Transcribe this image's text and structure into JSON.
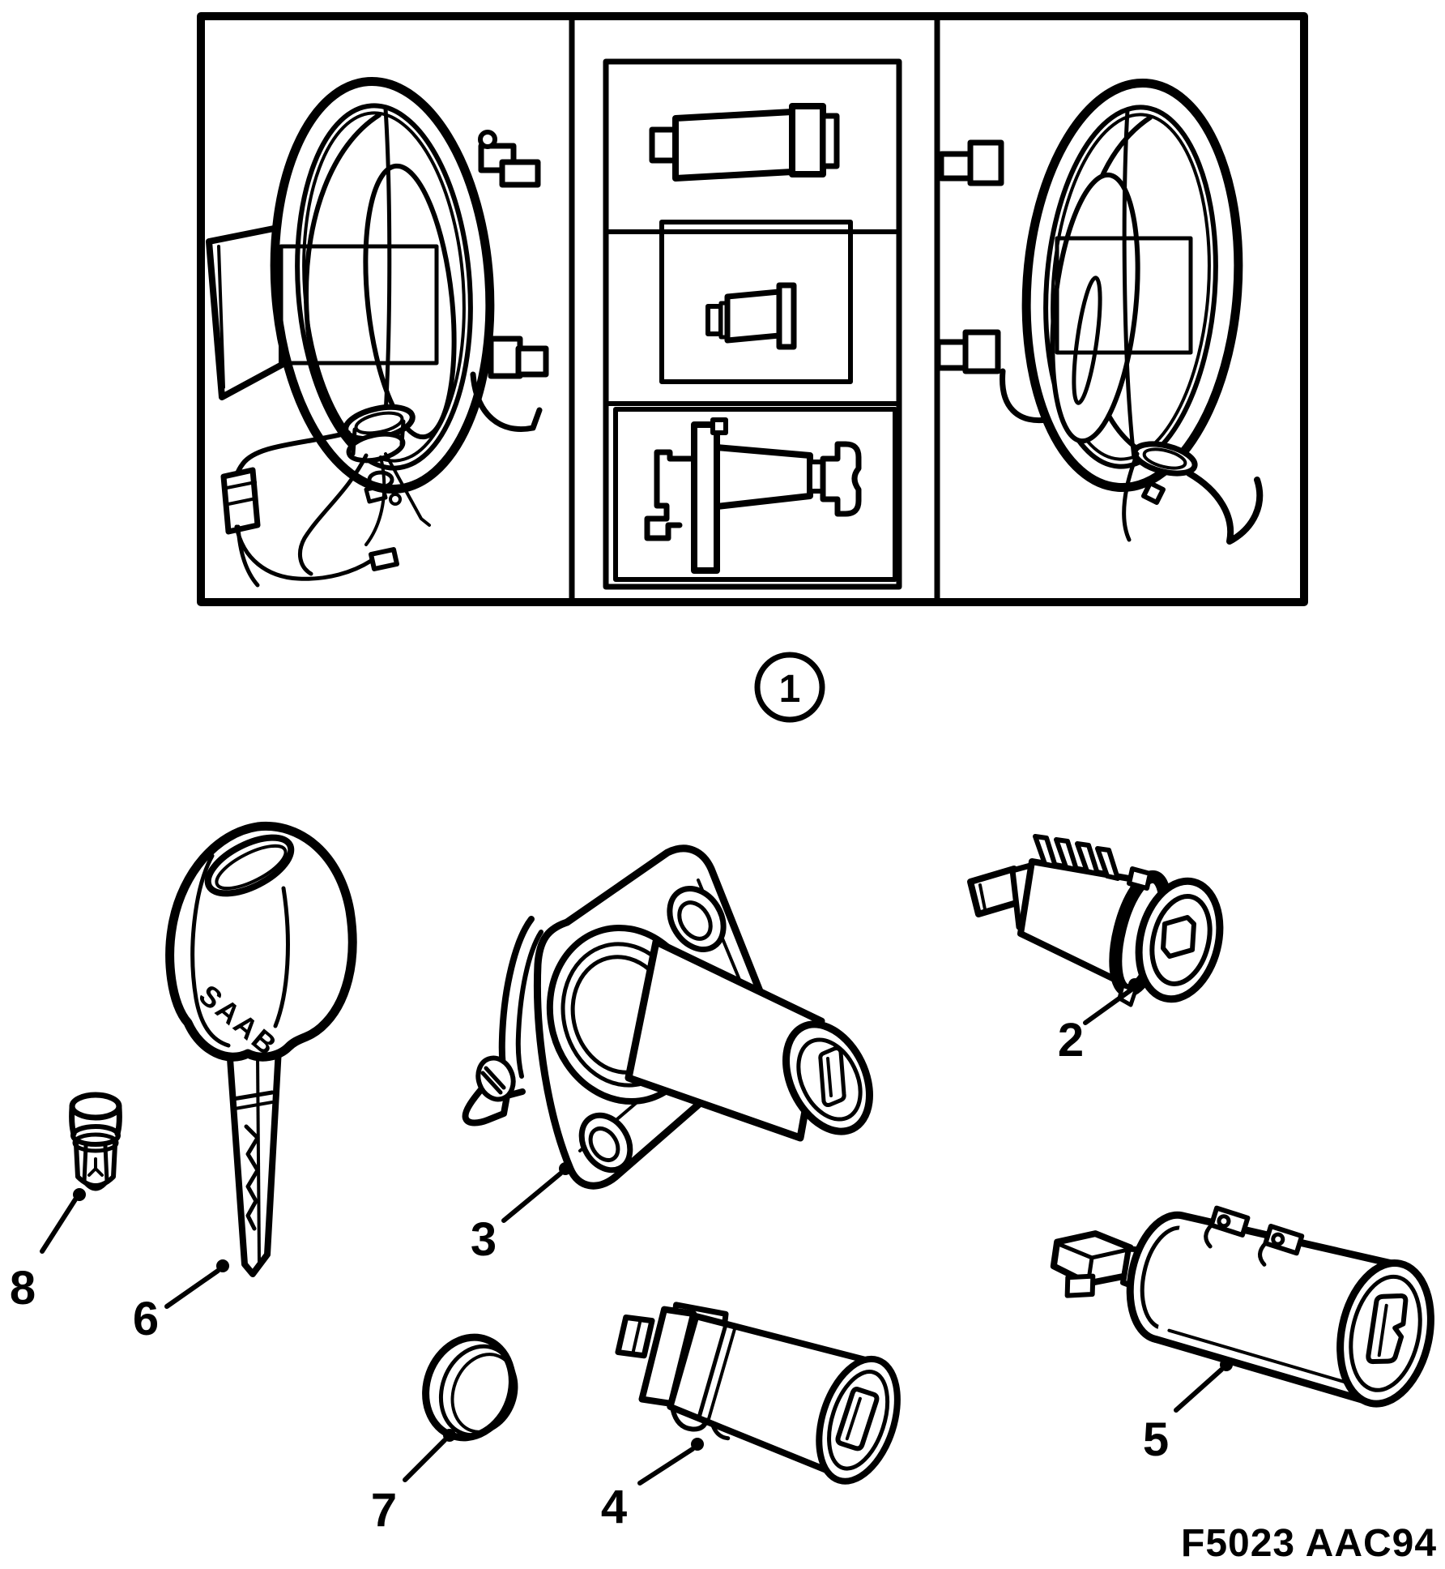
{
  "figure": {
    "code": "F5023 AAC94",
    "key_brand": "SAAB"
  },
  "callouts": {
    "c1": "1",
    "c2": "2",
    "c3": "3",
    "c4": "4",
    "c5": "5",
    "c6": "6",
    "c7": "7",
    "c8": "8"
  },
  "colors": {
    "ink": "#000000",
    "paper": "#ffffff"
  }
}
